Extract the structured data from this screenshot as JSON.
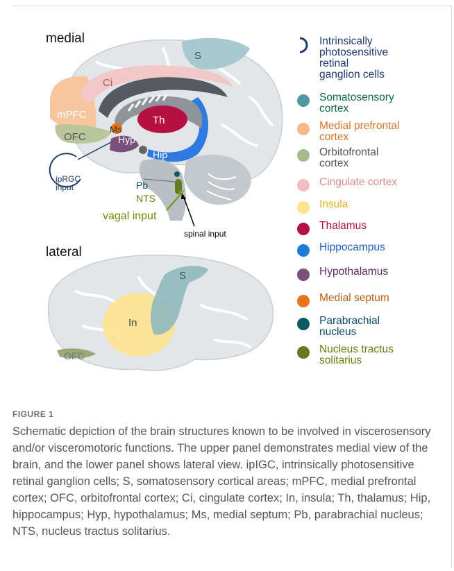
{
  "views": {
    "medial": "medial",
    "lateral": "lateral"
  },
  "labels": {
    "S_top": "S",
    "Ci": "Ci",
    "mPFC": "mPFC",
    "OFC_top": "OFC",
    "Ms": "Ms",
    "Th": "Th",
    "Hyp": "Hyp",
    "Hip": "Hip",
    "ipRGC": "ipRGC\ninput",
    "Pb": "Pb",
    "NTS": "NTS",
    "vagal": "vagal input",
    "spinal": "spinal input",
    "S_bottom": "S",
    "In": "In",
    "OFC_bottom": "OFC"
  },
  "legend": [
    {
      "text": "Intrinsically\nphotosensitive\nretinal\nganglion cells",
      "color": "#1f3a6e",
      "icon": "arc-icon"
    },
    {
      "text": "Somatosensory\ncortex",
      "color": "#0d6b3a",
      "swatch": "#4f98a3"
    },
    {
      "text": "Medial prefrontal\ncortex",
      "color": "#d4722a",
      "swatch": "#f5b98a"
    },
    {
      "text": "Orbitofrontal\ncortex",
      "color": "#555555",
      "swatch": "#a8b98a"
    },
    {
      "text": "Cingulate cortex",
      "color": "#d98c8c",
      "swatch": "#f0bfbf"
    },
    {
      "text": "Insula",
      "color": "#e0b428",
      "swatch": "#fde38a"
    },
    {
      "text": "Thalamus",
      "color": "#b5103f",
      "swatch": "#b5103f"
    },
    {
      "text": "Hippocampus",
      "color": "#1e5bbf",
      "swatch": "#1f7ad8"
    },
    {
      "text": "Hypothalamus",
      "color": "#5a2a5e",
      "swatch": "#7a4f7c"
    },
    {
      "text": "Medial septum",
      "color": "#b85a10",
      "swatch": "#e8741a"
    },
    {
      "text": "Parabrachial\nnucleus",
      "color": "#0b4a6b",
      "swatch": "#0e5a62"
    },
    {
      "text": "Nucleus tractus\nsolitarius",
      "color": "#6e7a10",
      "swatch": "#657a1e"
    }
  ],
  "caption": {
    "title": "FIGURE 1",
    "body": "Schematic depiction of the brain structures known to be involved in viscerosensory and/or visceromotoric functions. The upper panel demonstrates medial view of the brain, and the lower panel shows lateral view. ipIGC, intrinsically photosensitive retinal ganglion cells; S, somatosensory cortical areas; mPFC, medial prefrontal cortex; OFC, orbitofrontal cortex; Ci, cingulate cortex; In, insula; Th, thalamus; Hip, hippocampus; Hyp, hypothalamus; Ms, medial septum; Pb, parabrachial nucleus; NTS, nucleus tractus solitarius."
  }
}
